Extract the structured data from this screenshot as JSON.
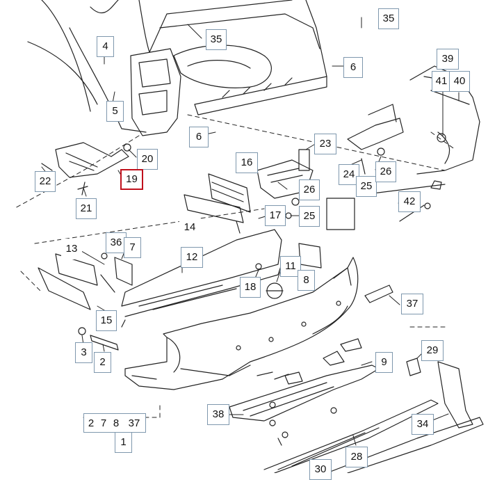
{
  "callouts": {
    "c35a": "35",
    "c35b": "35",
    "c4": "4",
    "c5": "5",
    "c6a": "6",
    "c6b": "6",
    "c39": "39",
    "c41": "41",
    "c40": "40",
    "c20": "20",
    "c19": "19",
    "c22": "22",
    "c21": "21",
    "c23": "23",
    "c16": "16",
    "c24": "24",
    "c25a": "25",
    "c26a": "26",
    "c26b": "26",
    "c25b": "25",
    "c17": "17",
    "c42": "42",
    "c14": "14",
    "c13": "13",
    "c36": "36",
    "c7a": "7",
    "c12": "12",
    "c11": "11",
    "c8a": "8",
    "c18": "18",
    "c37a": "37",
    "c15": "15",
    "c3": "3",
    "c2a": "2",
    "c9": "9",
    "c29": "29",
    "c38": "38",
    "c34": "34",
    "c28": "28",
    "c30": "30",
    "c2b": "2",
    "c7b": "7",
    "c8b": "8",
    "c37b": "37",
    "c1": "1"
  },
  "highlight": {
    "part": "19",
    "color": "#c0101c"
  },
  "colors": {
    "callout_border": "#7e97ad",
    "line": "#222222"
  }
}
